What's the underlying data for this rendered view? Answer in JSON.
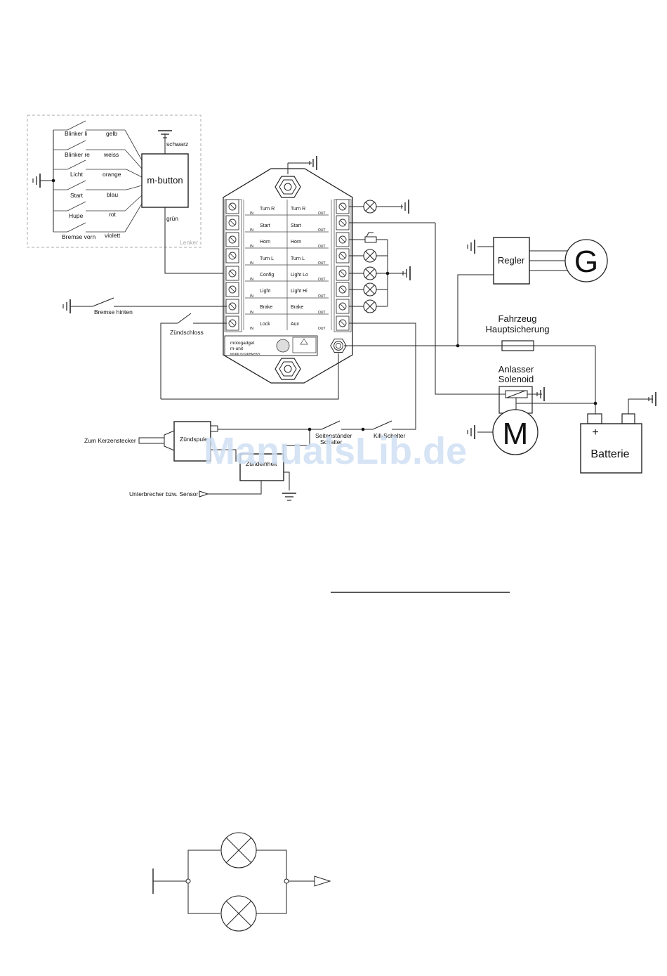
{
  "lenker": {
    "title": "Lenker",
    "switches": [
      "Blinker li",
      "Blinker re",
      "Licht",
      "Start",
      "Hupe",
      "Bremse vorn"
    ],
    "colors": [
      "gelb",
      "weiss",
      "orange",
      "blau",
      "rot",
      "violett"
    ]
  },
  "mbutton": {
    "label": "m-button",
    "ground_wire": "schwarz",
    "out_wire": "grün"
  },
  "mounit": {
    "inputs": [
      "Turn R",
      "Start",
      "Horn",
      "Turn L",
      "Config",
      "Light",
      "Brake",
      "Lock"
    ],
    "outputs": [
      "Turn R",
      "Start",
      "Horn",
      "Turn L",
      "Light Lo",
      "Light Hi",
      "Brake",
      "Aux"
    ],
    "in_tag": "IN",
    "out_tag": "OUT",
    "brand": "motogadget",
    "model": "m-unit",
    "made": "MADE IN GERMANY"
  },
  "labels": {
    "bremse_hinten": "Bremse hinten",
    "zuendschloss": "Zündschloss",
    "regler": "Regler",
    "generator": "G",
    "fuse_title": "Fahrzeug",
    "fuse_sub": "Hauptsicherung",
    "solenoid_title": "Anlasser",
    "solenoid_sub": "Solenoid",
    "motor": "M",
    "battery": "Batterie",
    "battery_plus": "+",
    "kerzenstecker": "Zum Kerzenstecker",
    "zuendspule": "Zündspule",
    "seitenstaender_1": "Seitenständer",
    "seitenstaender_2": "Schalter",
    "killschalter": "Kill-Schalter",
    "zuendeinheit": "Zündeinheit",
    "unterbrecher": "Unterbrecher bzw. Sensor"
  },
  "watermark": "ManualsLib.de"
}
